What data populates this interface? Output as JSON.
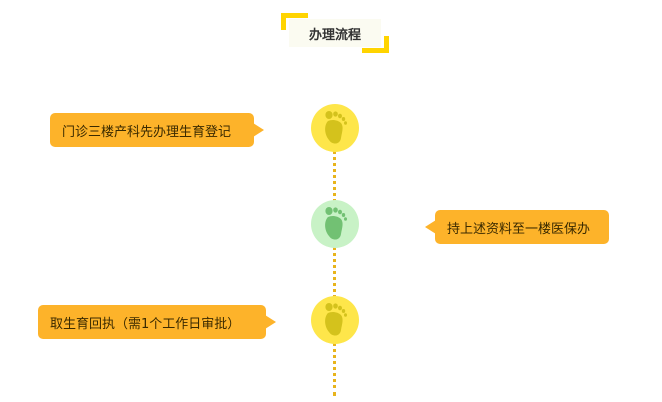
{
  "title": "办理流程",
  "steps": [
    {
      "label": "门诊三楼产科先办理生育登记",
      "icon": "footprint-icon",
      "icon_color": "#fee64a",
      "foot_color": "#d4c21c"
    },
    {
      "label": "持上述资料至一楼医保办",
      "icon": "footprint-icon",
      "icon_color": "#c8f2c6",
      "foot_color": "#72c173"
    },
    {
      "label": "取生育回执（需1个工作日审批）",
      "icon": "footprint-icon",
      "icon_color": "#fee64a",
      "foot_color": "#d4c21c"
    }
  ],
  "colors": {
    "accent": "#ffd400",
    "label_bg": "#fdb32a",
    "line": "#e8b41c"
  }
}
